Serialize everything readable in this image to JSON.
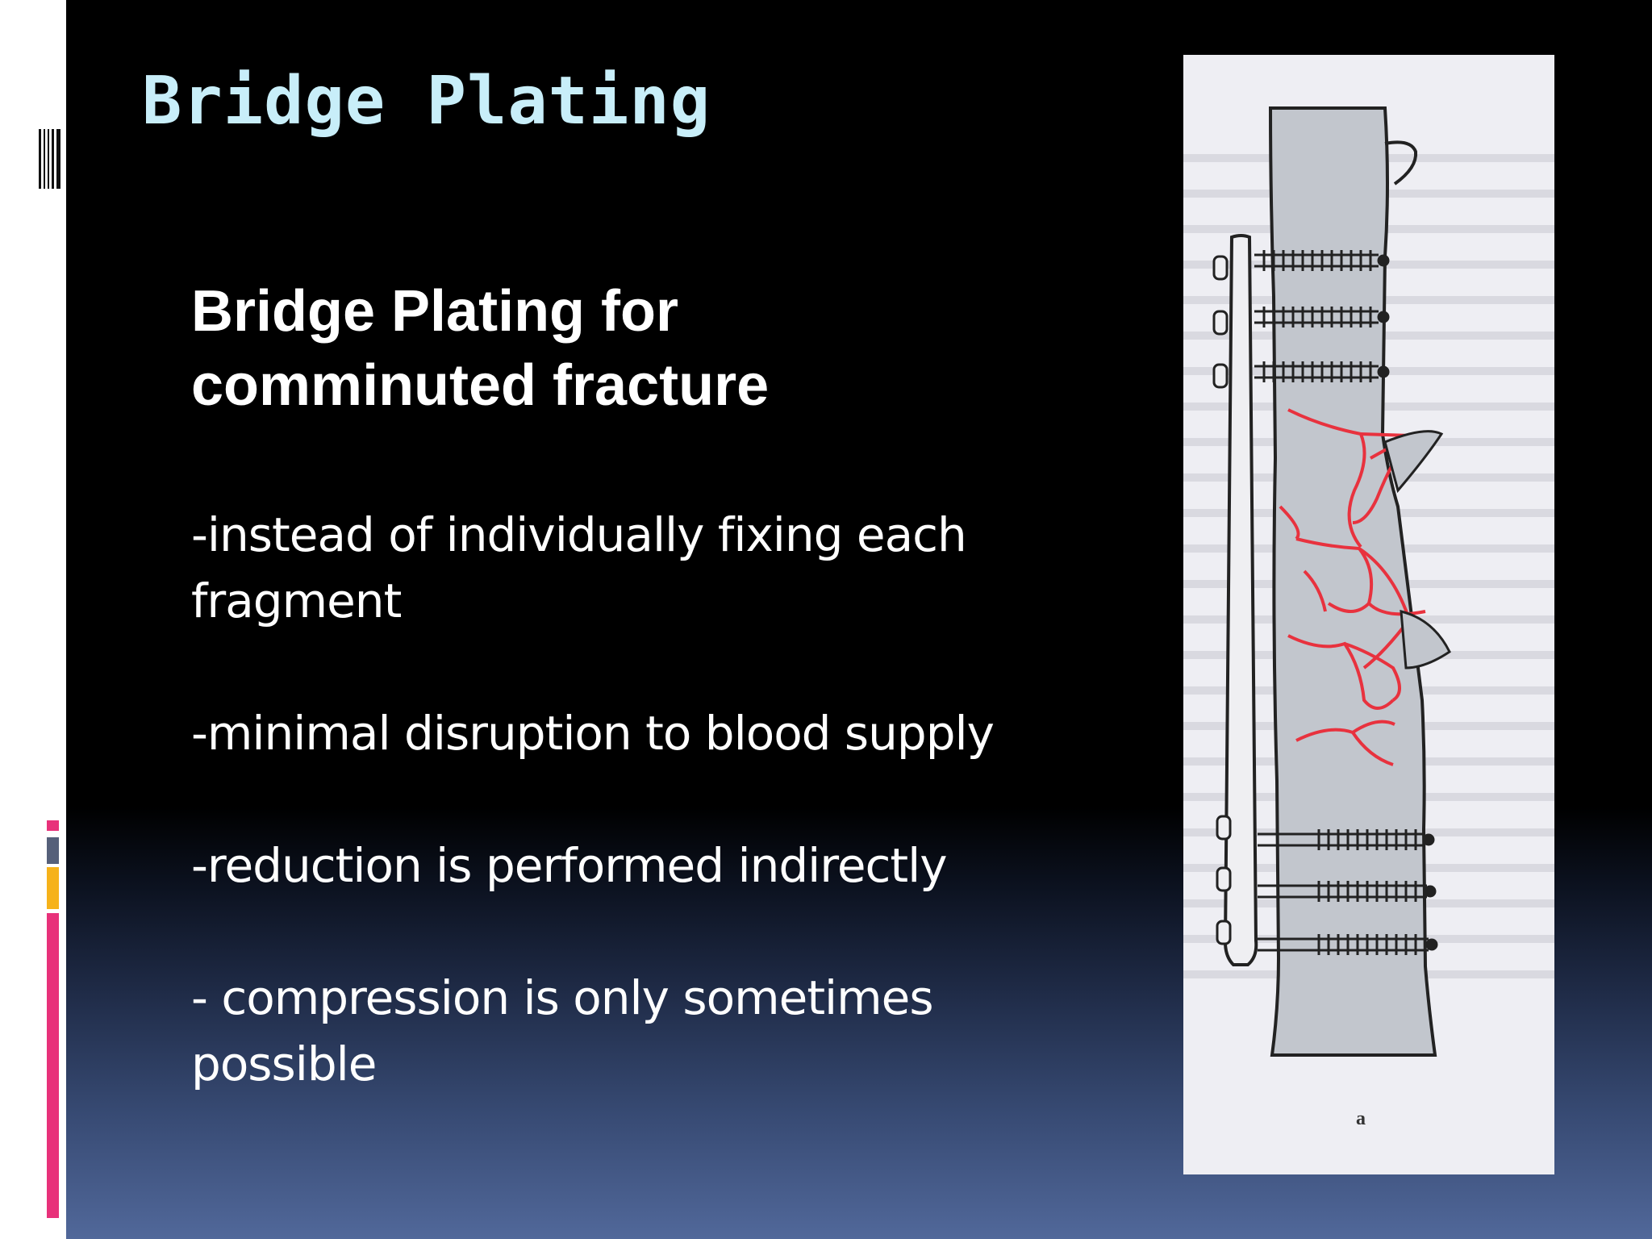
{
  "slide": {
    "title": "Bridge Plating",
    "subtitle": "Bridge Plating for comminuted fracture",
    "bullets": [
      "-instead of individually fixing each fragment",
      "-minimal disruption to blood supply",
      "-reduction is performed indirectly",
      "- compression is only sometimes possible"
    ]
  },
  "figure": {
    "caption": "a"
  },
  "colors": {
    "title": "#c8eef9",
    "body_text": "#ffffff",
    "background_top": "#000000",
    "background_bottom": "#51689a",
    "accent_pink": "#e8317a",
    "accent_orange": "#f6b21a",
    "accent_gray": "#56607a",
    "fracture_lines": "#e8323e"
  }
}
